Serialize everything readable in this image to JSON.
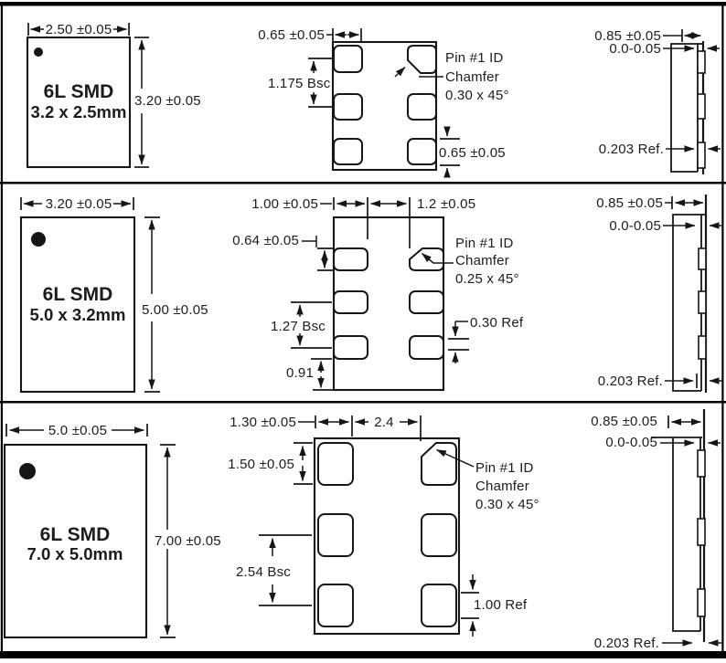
{
  "packages": [
    {
      "front": {
        "name": "6L SMD",
        "size": "3.2 x 2.5mm",
        "width": "2.50 ±0.05",
        "height": "3.20 ±0.05"
      },
      "land": {
        "pad_width": "0.65 ±0.05",
        "pitch": "1.175 Bsc",
        "pad_height": "0.65 ±0.05",
        "pin1_l1": "Pin #1 ID",
        "pin1_l2": "Chamfer",
        "pin1_l3": "0.30 x 45°"
      },
      "side": {
        "body_width": "0.85 ±0.05",
        "standoff": "0.0-0.05",
        "lead_thickness": "0.203 Ref."
      }
    },
    {
      "front": {
        "name": "6L SMD",
        "size": "5.0 x 3.2mm",
        "width": "3.20 ±0.05",
        "height": "5.00 ±0.05"
      },
      "land": {
        "pad_width": "1.00 ±0.05",
        "inner_gap": "1.2 ±0.05",
        "pad_height": "0.64 ±0.05",
        "pitch": "1.27 Bsc",
        "edge_offset": "0.91",
        "pad_ref": "0.30 Ref",
        "pin1_l1": "Pin #1 ID",
        "pin1_l2": "Chamfer",
        "pin1_l3": "0.25 x 45°"
      },
      "side": {
        "body_width": "0.85 ±0.05",
        "standoff": "0.0-0.05",
        "lead_thickness": "0.203 Ref."
      }
    },
    {
      "front": {
        "name": "6L SMD",
        "size": "7.0 x 5.0mm",
        "width": "5.0 ±0.05",
        "height": "7.00 ±0.05"
      },
      "land": {
        "pad_width": "1.30 ±0.05",
        "inner_gap": "2.4",
        "pad_height": "1.50 ±0.05",
        "pitch": "2.54 Bsc",
        "pad_ref": "1.00 Ref",
        "pin1_l1": "Pin #1 ID",
        "pin1_l2": "Chamfer",
        "pin1_l3": "0.30 x 45°"
      },
      "side": {
        "body_width": "0.85 ±0.05",
        "standoff": "0.0-0.05",
        "lead_thickness": "0.203 Ref."
      }
    }
  ],
  "colors": {
    "ink": "#161616",
    "background": "#ffffff"
  }
}
